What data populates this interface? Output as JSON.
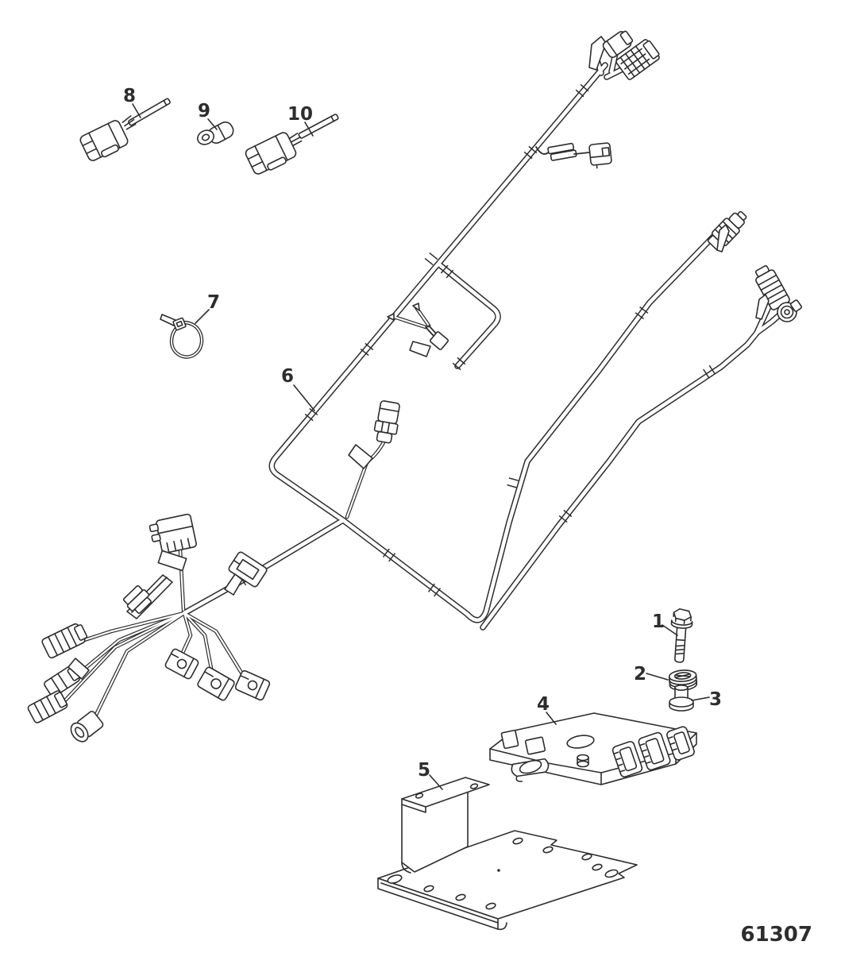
{
  "page": {
    "background": "#ffffff",
    "line_color": "#2d2d2d"
  },
  "diagram": {
    "drawing_number": "61307",
    "callouts": [
      {
        "label": "1",
        "part": "flange-bolt"
      },
      {
        "label": "2",
        "part": "grommet"
      },
      {
        "label": "3",
        "part": "spacer-sleeve"
      },
      {
        "label": "4",
        "part": "control-module"
      },
      {
        "label": "5",
        "part": "mounting-bracket"
      },
      {
        "label": "6",
        "part": "wiring-harness"
      },
      {
        "label": "7",
        "part": "cable-tie"
      },
      {
        "label": "8",
        "part": "connector-pigtail"
      },
      {
        "label": "9",
        "part": "sensor-plug"
      },
      {
        "label": "10",
        "part": "connector-pigtail"
      }
    ]
  }
}
